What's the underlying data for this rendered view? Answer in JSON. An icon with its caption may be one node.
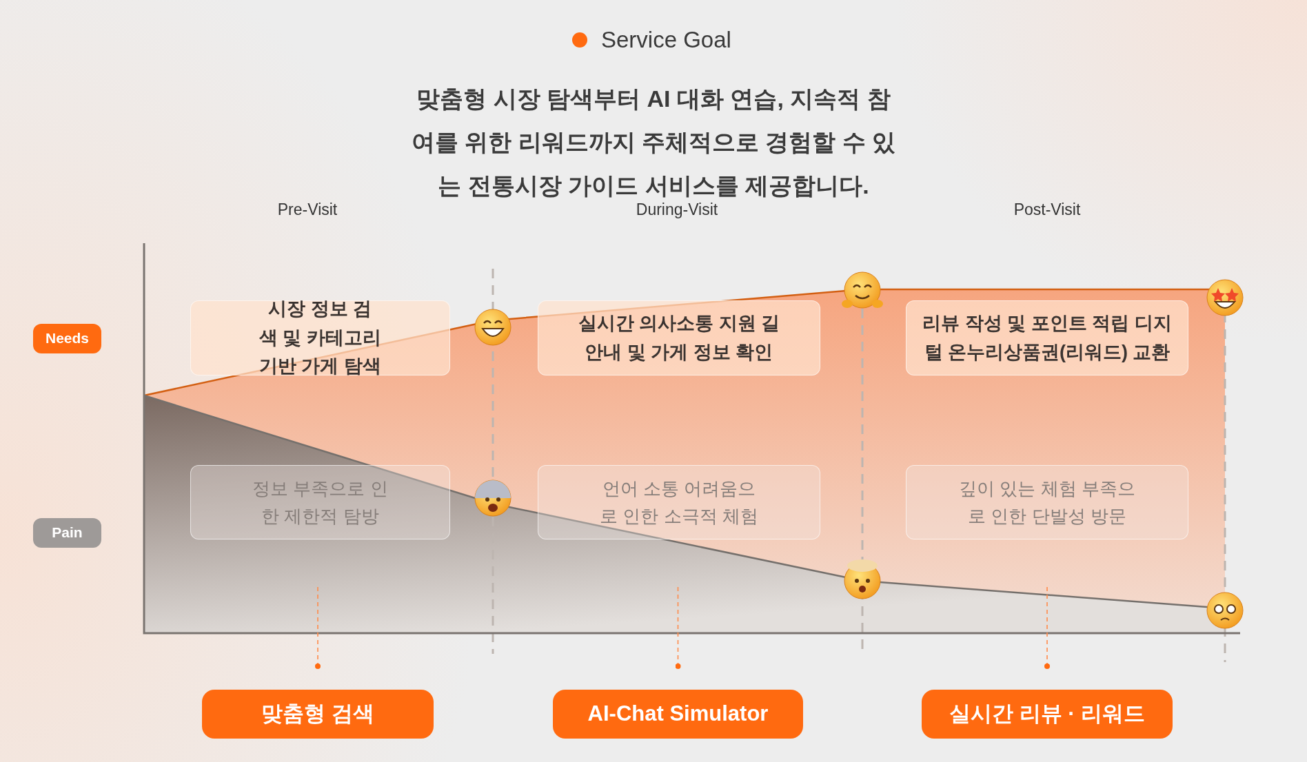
{
  "diagram": {
    "title": "Service Goal",
    "nodes": [
      {
        "text": [
          "Needs"
        ]
      },
      {
        "text": [
          "시장 정보 검색 및 카테고리 기반 가게 탐색"
        ]
      },
      {
        "text": [
          "실시간 의사소통 지원 길 안내 및 가게 정보 확인"
        ]
      },
      {
        "text": [
          "리뷰 작성 및 포인트 적립 디지털 온누리상품권(리워드) 교환"
        ]
      },
      {
        "text": [
          "Pain"
        ]
      },
      {
        "text": [
          "정보 부족으로 인한 제한적 탐방"
        ]
      },
      {
        "text": [
          "언어 소통 어려움으로 인한 소극적 체험"
        ]
      },
      {
        "text": [
          "깊이 있는 체험 부족으로 인한 단발성 방문"
        ]
      },
      {
        "text": [
          "맞춤형 검색"
        ]
      },
      {
        "text": [
          "AI-Chat Simulator"
        ]
      },
      {
        "text": [
          "실시간 리뷰 · 리워드"
        ]
      }
    ],
    "edges": [
      {
        "from": null,
        "to": 8,
        "arrow": "other",
        "style": "dashed"
      },
      {
        "from": null,
        "to": 9,
        "arrow": "other",
        "style": "dashed"
      },
      {
        "from": null,
        "to": 10,
        "arrow": "other",
        "style": "dashed"
      }
    ],
    "labels": [
      "맞춤형 시장 탐색부터 AI 대화 연습, 지속적 참여를 위한 리워드까지 주체적으로 경험할 수 있는 전통시장 가이드 서비스를 제공합니다.",
      "Pre-Visit",
      "During-Visit",
      "Post-Visit"
    ]
  }
}
